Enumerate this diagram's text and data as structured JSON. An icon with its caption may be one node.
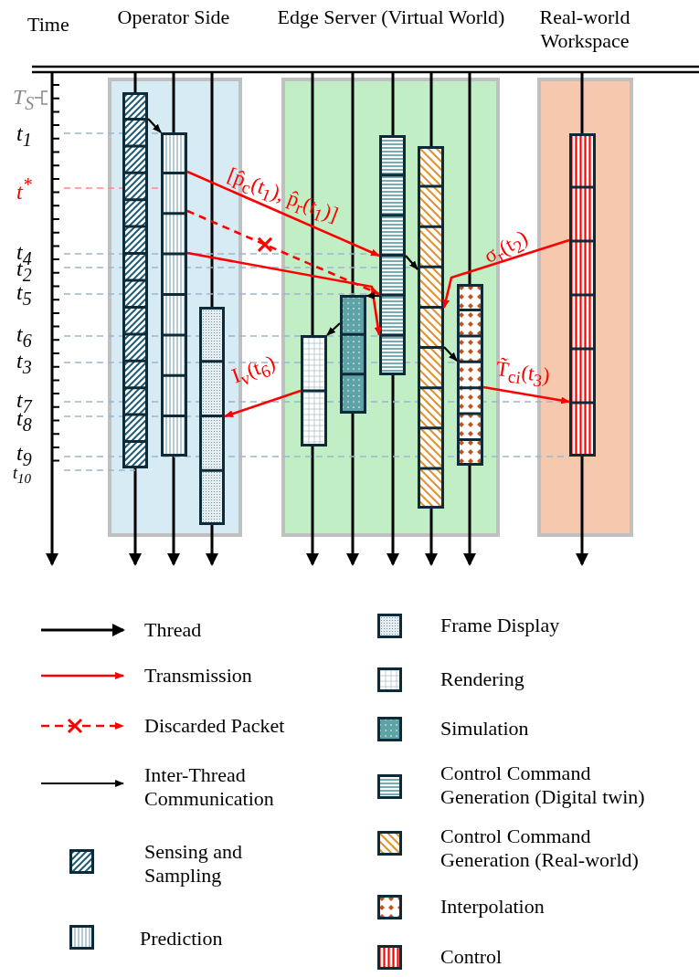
{
  "diagram": {
    "nodes": [
      {
        "text": [
          "Operator Side"
        ]
      },
      {
        "text": [
          "Edge Server (Virtual World)"
        ]
      },
      {
        "text": [
          "Real-world Workspace"
        ]
      },
      {
        "text": [],
        "shape": "bar",
        "in": 0
      },
      {
        "text": [],
        "shape": "bar",
        "in": 0
      },
      {
        "text": [],
        "shape": "bar",
        "in": 0
      },
      {
        "text": [],
        "shape": "bar",
        "in": 1
      },
      {
        "text": [],
        "shape": "bar",
        "in": 1
      },
      {
        "text": [],
        "shape": "bar",
        "in": 1
      },
      {
        "text": [],
        "shape": "bar",
        "in": 1
      },
      {
        "text": [],
        "shape": "bar",
        "in": 1
      },
      {
        "text": [],
        "shape": "bar",
        "in": 2
      }
    ],
    "edges": [
      {
        "from": 3,
        "to": 4,
        "arrow": "to",
        "color": "#000000"
      },
      {
        "from": 4,
        "to": 8,
        "arrow": "to",
        "label": "[p̂$_{c}$(t$_{1}$), p̂$_{r}$(t$_{1}$)]"
      },
      {
        "from": 4,
        "to": 8,
        "arrow": "to",
        "style": "dashed"
      },
      {
        "from": 4,
        "to": 8,
        "arrow": "to"
      },
      {
        "from": 8,
        "to": 9,
        "arrow": "to",
        "color": "#000000"
      },
      {
        "from": 8,
        "to": 7,
        "arrow": "to",
        "color": "#000000"
      },
      {
        "from": 7,
        "to": 6,
        "arrow": "to",
        "color": "#000000"
      },
      {
        "from": 6,
        "to": 5,
        "arrow": "to",
        "label": "I$_{v}$(t$_{6}$)"
      },
      {
        "from": 11,
        "to": 9,
        "arrow": "to",
        "label": "σ$_{r}$(t$_{2}$)"
      },
      {
        "from": 9,
        "to": 10,
        "arrow": "to",
        "color": "#000000"
      },
      {
        "from": 10,
        "to": 11,
        "arrow": "to",
        "label": "T̃$_{ci}$(t$_{3}$)"
      }
    ],
    "labels": [
      "Time",
      "T$_{S}$",
      "t$_{1}$",
      "t$^{*}$",
      "t$_{4}$",
      "t$_{2}$",
      "t$_{5}$",
      "t$_{6}$",
      "t$_{3}$",
      "t$_{7}$",
      "t$_{8}$",
      "t$_{9}$",
      "t$_{10}$"
    ],
    "legend": [
      {
        "text": "Thread"
      },
      {
        "text": "Transmission"
      },
      {
        "text": "Discarded Packet"
      },
      {
        "text": "Inter-Thread Communication"
      },
      {
        "text": "Sensing and Sampling"
      },
      {
        "text": "Prediction"
      },
      {
        "text": "Frame Display"
      },
      {
        "text": "Rendering"
      },
      {
        "text": "Simulation"
      },
      {
        "text": "Control Command Generation (Digital twin)"
      },
      {
        "text": "Control Command Generation (Real-world)"
      },
      {
        "text": "Interpolation"
      },
      {
        "text": "Control"
      }
    ]
  }
}
